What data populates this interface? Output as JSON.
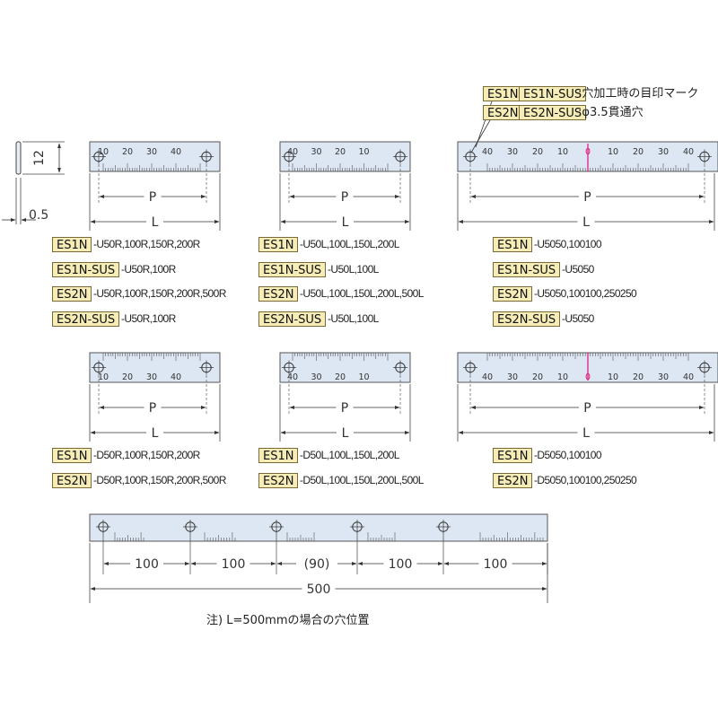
{
  "legend": {
    "row1": {
      "tags": [
        "ES1N",
        "ES1N-SUS"
      ],
      "text": ":穴加工時の目印マーク"
    },
    "row2": {
      "tags": [
        "ES2N",
        "ES2N-SUS"
      ],
      "text": ":φ3.5貫通穴"
    }
  },
  "side_view": {
    "height": "12",
    "thickness": "0.5"
  },
  "dim_labels": {
    "pitch": "P",
    "length": "L"
  },
  "rulers": {
    "r_scale": [
      "10",
      "20",
      "30",
      "40"
    ],
    "l_scale": [
      "40",
      "30",
      "20",
      "10"
    ],
    "center_scale": [
      "40",
      "30",
      "20",
      "10",
      "0",
      "10",
      "20",
      "30",
      "40"
    ]
  },
  "groups": [
    {
      "rows": [
        {
          "tag": "ES1N",
          "suffix": "-U50R,100R,150R,200R"
        },
        {
          "tag": "ES1N-SUS",
          "suffix": "-U50R,100R"
        },
        {
          "tag": "ES2N",
          "suffix": "-U50R,100R,150R,200R,500R"
        },
        {
          "tag": "ES2N-SUS",
          "suffix": "-U50R,100R"
        }
      ]
    },
    {
      "rows": [
        {
          "tag": "ES1N",
          "suffix": "-U50L,100L,150L,200L"
        },
        {
          "tag": "ES1N-SUS",
          "suffix": "-U50L,100L"
        },
        {
          "tag": "ES2N",
          "suffix": "-U50L,100L,150L,200L,500L"
        },
        {
          "tag": "ES2N-SUS",
          "suffix": "-U50L,100L"
        }
      ]
    },
    {
      "rows": [
        {
          "tag": "ES1N",
          "suffix": "-U5050,100100"
        },
        {
          "tag": "ES1N-SUS",
          "suffix": "-U5050"
        },
        {
          "tag": "ES2N",
          "suffix": "-U5050,100100,250250"
        },
        {
          "tag": "ES2N-SUS",
          "suffix": "-U5050"
        }
      ]
    },
    {
      "rows": [
        {
          "tag": "ES1N",
          "suffix": "-D50R,100R,150R,200R"
        },
        {
          "tag": "ES2N",
          "suffix": "-D50R,100R,150R,200R,500R"
        }
      ]
    },
    {
      "rows": [
        {
          "tag": "ES1N",
          "suffix": "-D50L,100L,150L,200L"
        },
        {
          "tag": "ES2N",
          "suffix": "-D50L,100L,150L,200L,500L"
        }
      ]
    },
    {
      "rows": [
        {
          "tag": "ES1N",
          "suffix": "-D5050,100100"
        },
        {
          "tag": "ES2N",
          "suffix": "-D5050,100100,250250"
        }
      ]
    }
  ],
  "long_ruler": {
    "pitches": [
      "100",
      "100",
      "(90)",
      "100",
      "100"
    ],
    "total": "500"
  },
  "note": "注) L=500mmの場合の穴位置",
  "colors": {
    "ruler_fill": "#dde7f3",
    "ruler_stroke": "#555555",
    "zero_mark": "#e0107a",
    "tag_fill": "#f6ecb6"
  }
}
